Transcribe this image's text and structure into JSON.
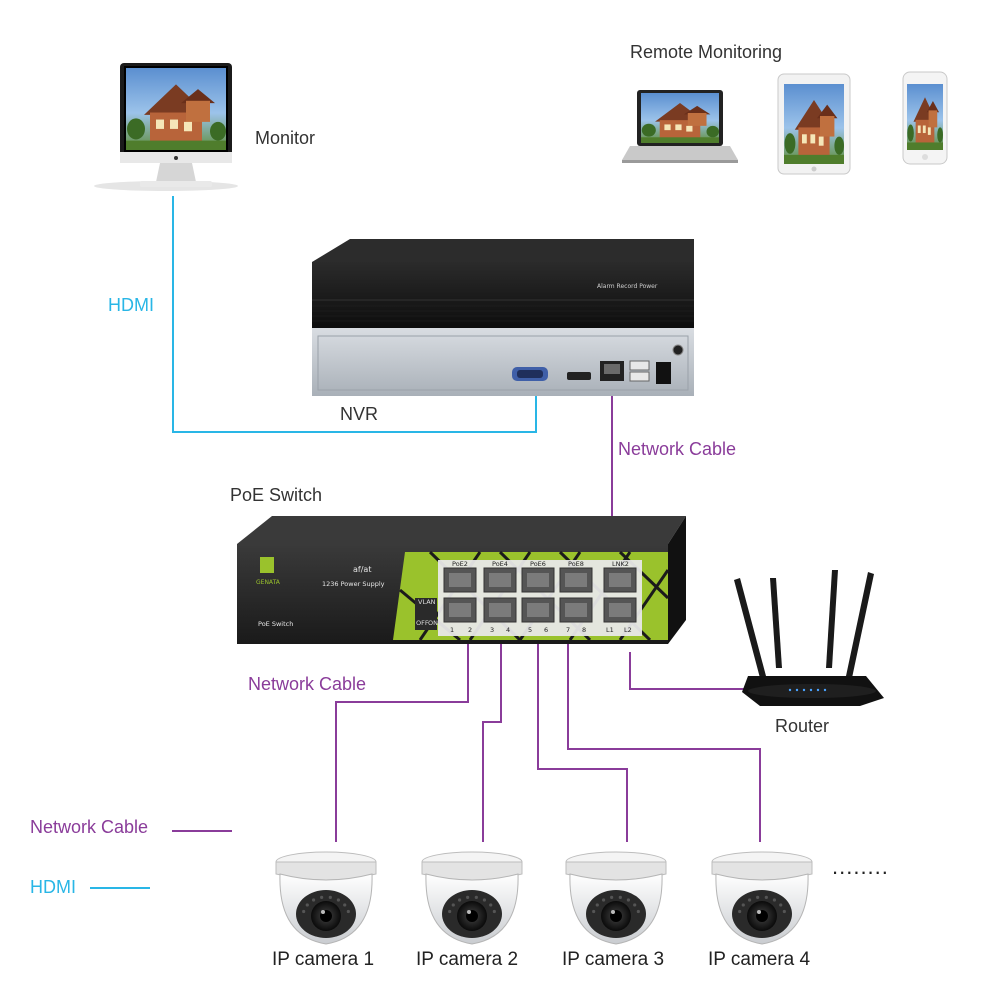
{
  "colors": {
    "hdmi": "#29b6e6",
    "network": "#8a3c9a",
    "switch_accent": "#9ac22c"
  },
  "labels": {
    "remote_monitoring": "Remote Monitoring",
    "monitor": "Monitor",
    "hdmi": "HDMI",
    "nvr": "NVR",
    "network_cable_nvr": "Network Cable",
    "poe_switch": "PoE Switch",
    "network_cable_switch": "Network Cable",
    "router": "Router",
    "ellipsis": "........"
  },
  "nvr": {
    "front_text": "Alarm Record Power"
  },
  "switch": {
    "brand": "GENATA",
    "standard": "af/at",
    "power_supply": "1236 Power Supply",
    "model_label": "PoE Switch",
    "vlan": "VLAN",
    "off": "OFF",
    "on": "ON",
    "port_top_labels": [
      "PoE2",
      "PoE4",
      "PoE6",
      "PoE8",
      "LNK2"
    ],
    "port_bottom_labels": [
      "1",
      "2",
      "3",
      "4",
      "5",
      "6",
      "7",
      "8",
      "L1",
      "L2"
    ]
  },
  "cameras": [
    {
      "label": "IP camera 1"
    },
    {
      "label": "IP camera 2"
    },
    {
      "label": "IP camera 3"
    },
    {
      "label": "IP camera 4"
    }
  ],
  "legend": {
    "network": "Network Cable",
    "hdmi": "HDMI"
  }
}
